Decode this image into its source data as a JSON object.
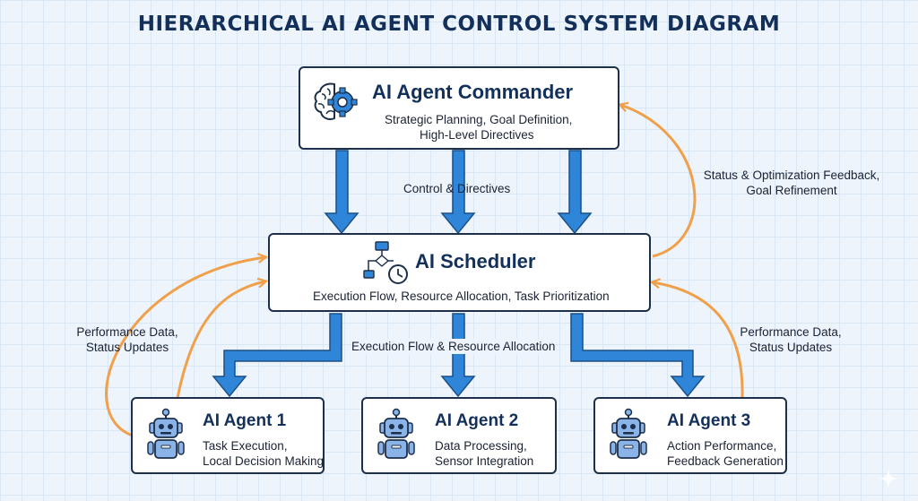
{
  "title": "HIERARCHICAL AI AGENT CONTROL SYSTEM DIAGRAM",
  "commander": {
    "name": "AI Agent Commander",
    "desc_line1": "Strategic Planning, Goal Definition,",
    "desc_line2": "High-Level Directives",
    "icon": "brain-gear-icon"
  },
  "scheduler": {
    "name": "AI Scheduler",
    "desc": "Execution Flow, Resource Allocation, Task Prioritization",
    "icon": "flowchart-clock-icon"
  },
  "agents": [
    {
      "name": "AI Agent 1",
      "desc_line1": "Task Execution,",
      "desc_line2": "Local Decision Making",
      "icon": "robot-icon"
    },
    {
      "name": "AI Agent 2",
      "desc_line1": "Data Processing,",
      "desc_line2": "Sensor Integration",
      "icon": "robot-icon"
    },
    {
      "name": "AI Agent 3",
      "desc_line1": "Action Performance,",
      "desc_line2": "Feedback Generation",
      "icon": "robot-icon"
    }
  ],
  "edges": {
    "control": "Control & Directives",
    "execution": "Execution Flow & Resource Allocation",
    "feedback_top_line1": "Status & Optimization Feedback,",
    "feedback_top_line2": "Goal Refinement",
    "perf_left_line1": "Performance Data,",
    "perf_left_line2": "Status Updates",
    "perf_right_line1": "Performance Data,",
    "perf_right_line2": "Status Updates"
  },
  "colors": {
    "down_arrow": "#2f86d8",
    "feedback_arrow": "#f0a04b",
    "heading": "#13305a",
    "robot": "#8ab4e8"
  }
}
